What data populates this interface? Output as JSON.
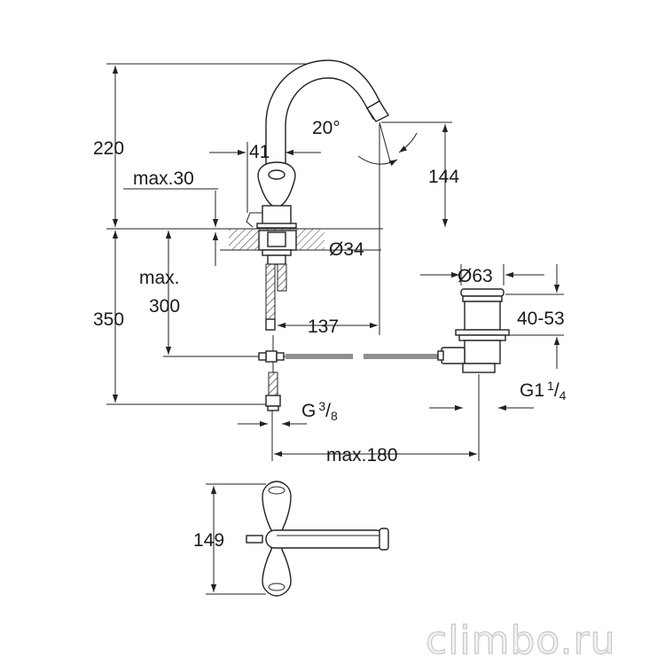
{
  "dimensions": {
    "height_220": "220",
    "width_41": "41",
    "angle_20": "20°",
    "height_144": "144",
    "max_30": "max.30",
    "dia_34": "Ø34",
    "max_label": "max.",
    "value_300": "300",
    "height_350": "350",
    "reach_137": "137",
    "dia_63": "Ø63",
    "range_40_53": "40-53",
    "thread_g_left": "G",
    "thread_38_num": "3",
    "thread_38_den": "8",
    "thread_g1": "G1",
    "thread_14_num": "1",
    "thread_14_den": "4",
    "max_180": "max.180",
    "depth_149": "149"
  },
  "watermark": "climbo.ru"
}
